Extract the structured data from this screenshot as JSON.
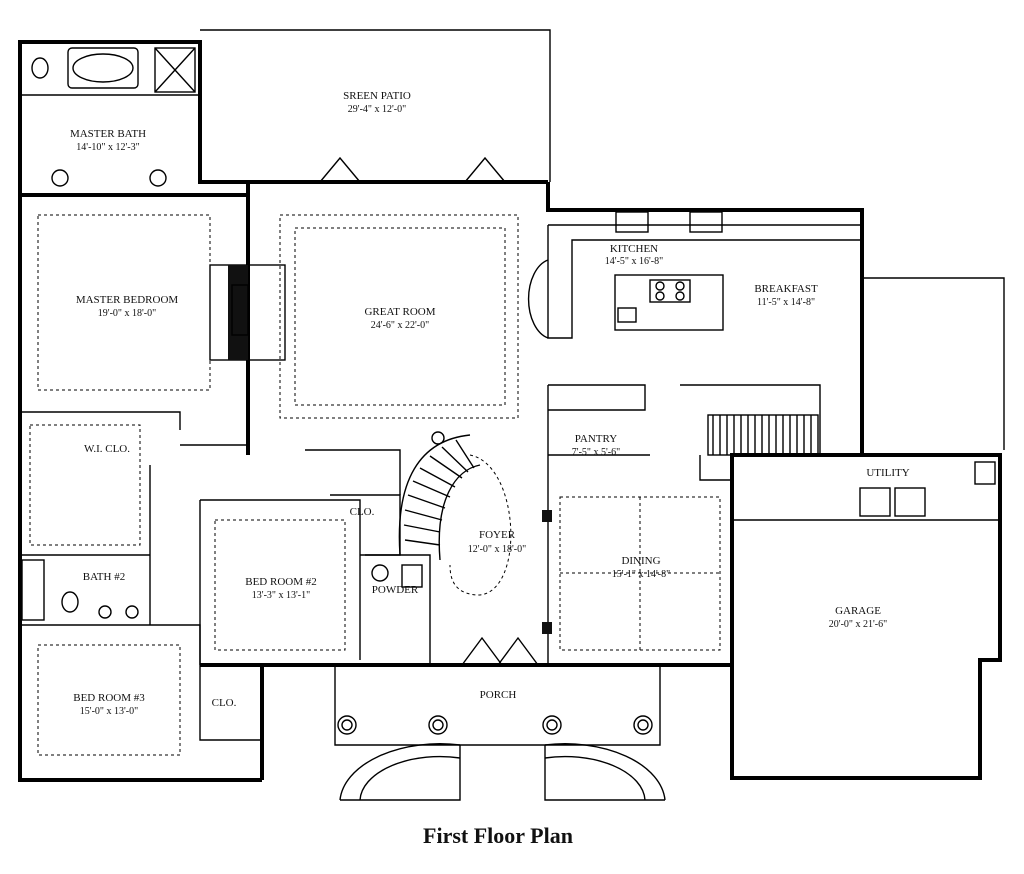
{
  "title": "First Floor Plan",
  "rooms": [
    {
      "name": "SREEN PATIO",
      "dims": "29'-4\" x 12'-0\""
    },
    {
      "name": "MASTER BATH",
      "dims": "14'-10\" x 12'-3\""
    },
    {
      "name": "MASTER BEDROOM",
      "dims": "19'-0\" x 18'-0\""
    },
    {
      "name": "GREAT ROOM",
      "dims": "24'-6\" x 22'-0\""
    },
    {
      "name": "KITCHEN",
      "dims": "14'-5\" x 16'-8\""
    },
    {
      "name": "BREAKFAST",
      "dims": "11'-5\" x 14'-8\""
    },
    {
      "name": "PANTRY",
      "dims": "7'-5\" x 5'-6\""
    },
    {
      "name": "W.I. CLO.",
      "dims": ""
    },
    {
      "name": "BATH #2",
      "dims": ""
    },
    {
      "name": "BED ROOM #2",
      "dims": "13'-3\" x 13'-1\""
    },
    {
      "name": "CLO.",
      "dims": ""
    },
    {
      "name": "POWDER",
      "dims": ""
    },
    {
      "name": "FOYER",
      "dims": "12'-0\" x 18'-0\""
    },
    {
      "name": "DINING",
      "dims": "15'-1\" x 14'-8\""
    },
    {
      "name": "UTILITY",
      "dims": ""
    },
    {
      "name": "GARAGE",
      "dims": "20'-0\" x 21'-6\""
    },
    {
      "name": "BED ROOM #3",
      "dims": "15'-0\" x 13'-0\""
    },
    {
      "name": "CLO.",
      "dims": ""
    },
    {
      "name": "PORCH",
      "dims": ""
    }
  ]
}
